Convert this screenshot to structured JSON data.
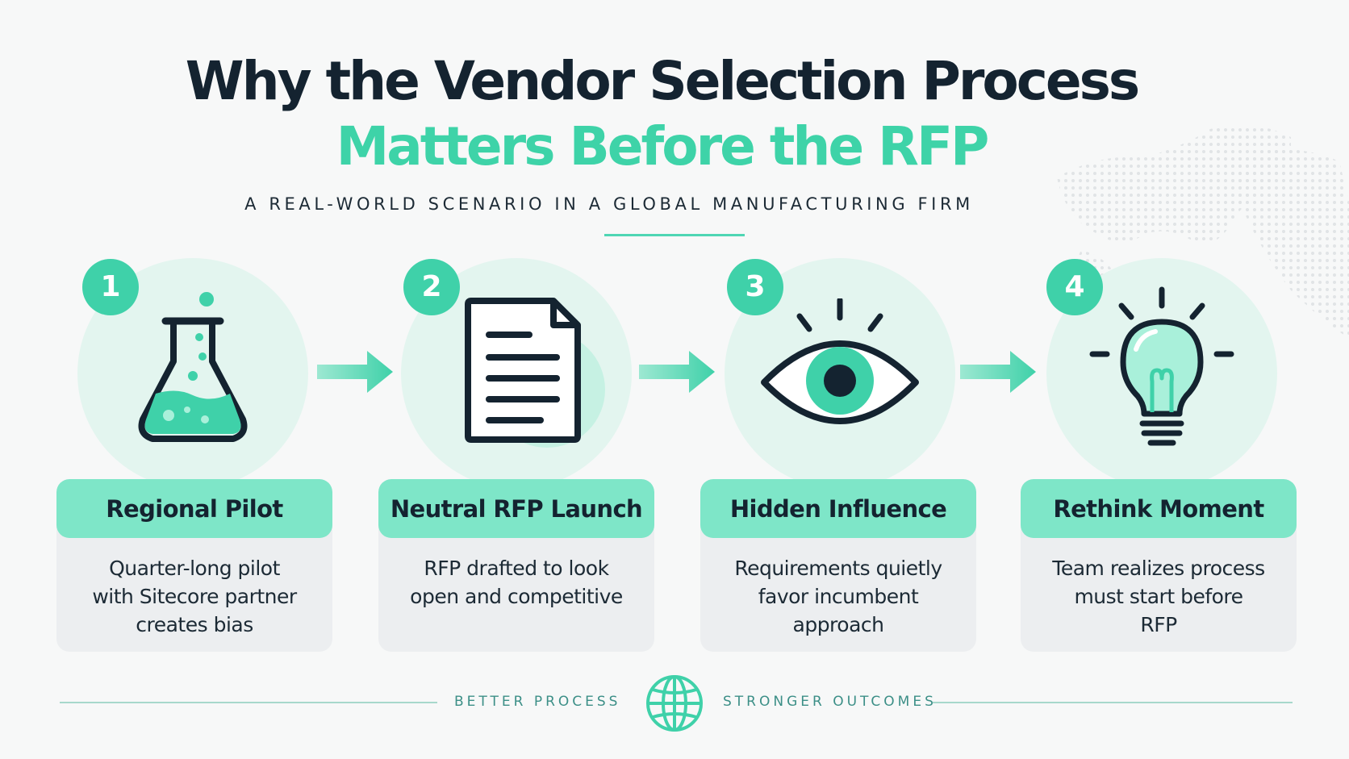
{
  "header": {
    "title_line1": "Why the Vendor Selection Process",
    "title_line2": "Matters Before the RFP",
    "subtitle": "A REAL-WORLD SCENARIO IN A GLOBAL MANUFACTURING FIRM"
  },
  "colors": {
    "accent": "#3fd1a9",
    "accent_light": "#7ee6c8",
    "dark": "#142330",
    "circle_bg": "#e3f5ef",
    "card_bg": "#eceef0"
  },
  "steps": [
    {
      "number": "1",
      "icon": "flask-icon",
      "title": "Regional Pilot",
      "lines": [
        "Quarter-long pilot",
        "with Sitecore partner",
        "creates bias"
      ]
    },
    {
      "number": "2",
      "icon": "document-icon",
      "title": "Neutral RFP Launch",
      "lines": [
        "RFP drafted to look",
        "open and competitive"
      ]
    },
    {
      "number": "3",
      "icon": "eye-icon",
      "title": "Hidden Influence",
      "lines": [
        "Requirements quietly",
        "favor incumbent",
        "approach"
      ]
    },
    {
      "number": "4",
      "icon": "lightbulb-icon",
      "title": "Rethink Moment",
      "lines": [
        "Team realizes process",
        "must start before",
        "RFP"
      ]
    }
  ],
  "footer": {
    "left_text": "BETTER PROCESS",
    "right_text": "STRONGER OUTCOMES",
    "icon": "globe-icon"
  }
}
